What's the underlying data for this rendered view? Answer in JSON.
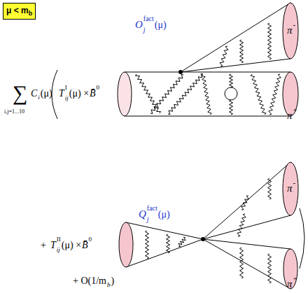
{
  "diagram": {
    "nodes": [
      {
        "text": [
          "μ < m",
          "b"
        ]
      }
    ],
    "labels": [
      "O",
      "fact",
      "j",
      "(μ)",
      "π",
      "-",
      "∑",
      "i,j=1...10",
      "C",
      "i",
      "(μ)",
      "T",
      "I",
      "ij",
      "(μ) ×",
      "B̄",
      "0",
      "π",
      "+",
      "+",
      "T",
      "II",
      "ij",
      "(μ) ×",
      "B̄",
      "0",
      "Q",
      "fact",
      "j",
      "(μ)",
      "π",
      "-",
      "π",
      "+",
      "+ O(1/m",
      "b",
      ")"
    ]
  }
}
